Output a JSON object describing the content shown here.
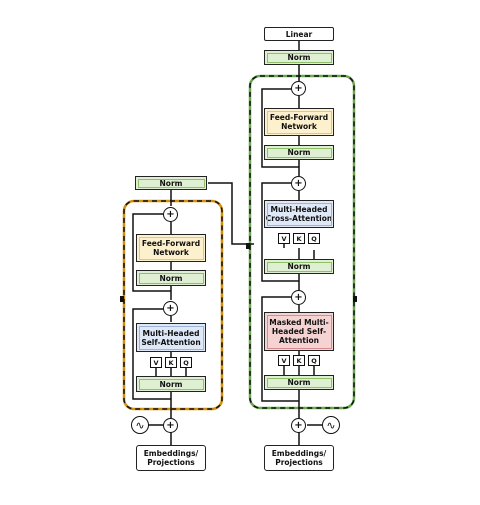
{
  "encoder": {
    "norm_top": "Norm",
    "plus_top": "+",
    "ffn": "Feed-Forward Network",
    "norm_mid": "Norm",
    "plus_mid": "+",
    "attention": "Multi-Headed Self-Attention",
    "qkv": [
      "V",
      "K",
      "Q"
    ],
    "norm_bottom": "Norm",
    "plus_input": "+",
    "positional_symbol": "∿",
    "embeddings": "Embeddings/ Projections",
    "block_color": "#d4900d"
  },
  "decoder": {
    "linear": "Linear",
    "norm_final": "Norm",
    "plus_top": "+",
    "ffn": "Feed-Forward Network",
    "norm_ffn": "Norm",
    "plus_cross": "+",
    "cross_attention": "Multi-Headed Cross-Attention",
    "qkv_cross": [
      "V",
      "K",
      "Q"
    ],
    "norm_cross": "Norm",
    "plus_masked": "+",
    "masked_attention": "Masked Multi-Headed Self-Attention",
    "qkv_masked": [
      "V",
      "K",
      "Q"
    ],
    "norm_bottom": "Norm",
    "plus_input": "+",
    "positional_symbol": "∿",
    "embeddings": "Embeddings/ Projections",
    "block_color": "#6aa84f"
  },
  "colors": {
    "norm_fill": "#dff0d2",
    "ffn_fill": "#fdf0cc",
    "attention_fill": "#dfe8f6",
    "masked_fill": "#f6d3d3"
  }
}
